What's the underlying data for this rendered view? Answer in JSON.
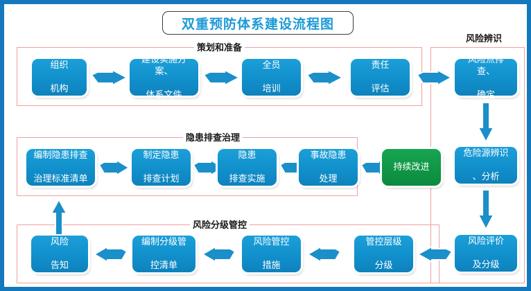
{
  "page": {
    "title": "双重预防体系建设流程图",
    "frame_color": "#1478BC",
    "group_border_color": "#F0A0A0",
    "node_color": "#1395CF",
    "accent_green": "#11994A",
    "title_color": "#1B9AD6"
  },
  "groups": [
    {
      "id": "planning",
      "label": "策划和准备"
    },
    {
      "id": "hazard",
      "label": "隐患排查治理"
    },
    {
      "id": "grading",
      "label": "风险分级管控"
    },
    {
      "id": "risk-ident",
      "label": "风险辨识"
    }
  ],
  "nodes": {
    "row1": [
      {
        "id": "n1",
        "lines": [
          "组织",
          "机构"
        ]
      },
      {
        "id": "n2",
        "lines": [
          "建设实施方案、",
          "体系文件"
        ]
      },
      {
        "id": "n3",
        "lines": [
          "全员",
          "培训"
        ]
      },
      {
        "id": "n4",
        "lines": [
          "责任",
          "评估"
        ]
      }
    ],
    "row2": [
      {
        "id": "n6",
        "lines": [
          "编制隐患排查",
          "治理标准清单"
        ]
      },
      {
        "id": "n7",
        "lines": [
          "制定隐患",
          "排查计划"
        ]
      },
      {
        "id": "n8",
        "lines": [
          "隐患",
          "排查实施"
        ]
      },
      {
        "id": "n9",
        "lines": [
          "事故隐患",
          "处理"
        ]
      }
    ],
    "row3": [
      {
        "id": "n11",
        "lines": [
          "风险",
          "告知"
        ]
      },
      {
        "id": "n12",
        "lines": [
          "编制分级管",
          "控清单"
        ]
      },
      {
        "id": "n13",
        "lines": [
          "风险管控",
          "措施"
        ]
      },
      {
        "id": "n14",
        "lines": [
          "管控层级",
          "分级"
        ]
      }
    ],
    "right": [
      {
        "id": "r1",
        "lines": [
          "风险点排查、",
          "确定"
        ]
      },
      {
        "id": "r2",
        "lines": [
          "危险源辨识",
          "、分析"
        ]
      },
      {
        "id": "r3",
        "lines": [
          "风险评价",
          "及分级"
        ]
      }
    ],
    "improve": {
      "id": "n10",
      "lines": [
        "持续改进"
      ]
    }
  },
  "arrows": [
    {
      "id": "a1",
      "direction": "right"
    },
    {
      "id": "a2",
      "direction": "right"
    },
    {
      "id": "a3",
      "direction": "right"
    },
    {
      "id": "a4",
      "direction": "right"
    },
    {
      "id": "a5",
      "direction": "right"
    },
    {
      "id": "a6",
      "direction": "right"
    },
    {
      "id": "a7",
      "direction": "right"
    },
    {
      "id": "a8",
      "direction": "right"
    },
    {
      "id": "a9",
      "direction": "down"
    },
    {
      "id": "a10",
      "direction": "down"
    },
    {
      "id": "a11",
      "direction": "left"
    },
    {
      "id": "a12",
      "direction": "left"
    },
    {
      "id": "a13",
      "direction": "left"
    },
    {
      "id": "a14",
      "direction": "left"
    },
    {
      "id": "a15",
      "direction": "up"
    }
  ]
}
